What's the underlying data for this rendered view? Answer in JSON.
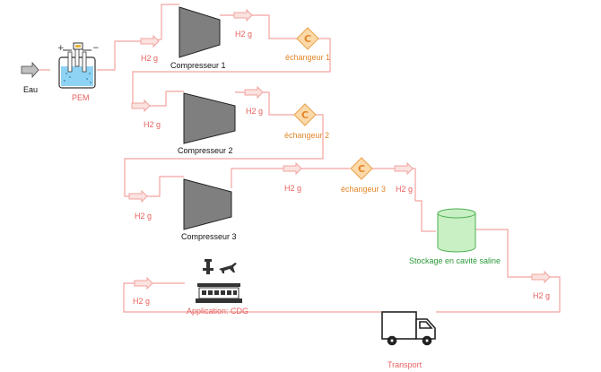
{
  "labels": {
    "eau": "Eau",
    "pem": "PEM",
    "h2_1": "H2 g",
    "compresseur_1": "Compresseur 1",
    "h2_2": "H2 g",
    "echangeur_1": "échangeur 1",
    "h2_3": "H2 g",
    "compresseur_2": "Compresseur 2",
    "h2_4": "H2 g",
    "echangeur_2": "échangeur 2",
    "h2_5": "H2 g",
    "compresseur_3": "Compresseur 3",
    "h2_6": "H2 g",
    "echangeur_3": "échangeur 3",
    "h2_7": "H2 g",
    "stockage": "Stockage en cavité saline",
    "h2_8": "H2 g",
    "h2_9": "H2 g",
    "application": "Application: CDG",
    "transport": "Transport",
    "exchanger_symbol": "C"
  },
  "colors": {
    "flow_line": "#f2a49f",
    "arrow_fill": "#fbe2df",
    "compressor_fill": "#7f7f7f",
    "exchanger_fill": "#fcd9a8",
    "exchanger_stroke": "#e9a04a",
    "storage_fill": "#c9f0c4",
    "storage_stroke": "#4caf50",
    "electrolyser_water": "#8fd3f4"
  }
}
